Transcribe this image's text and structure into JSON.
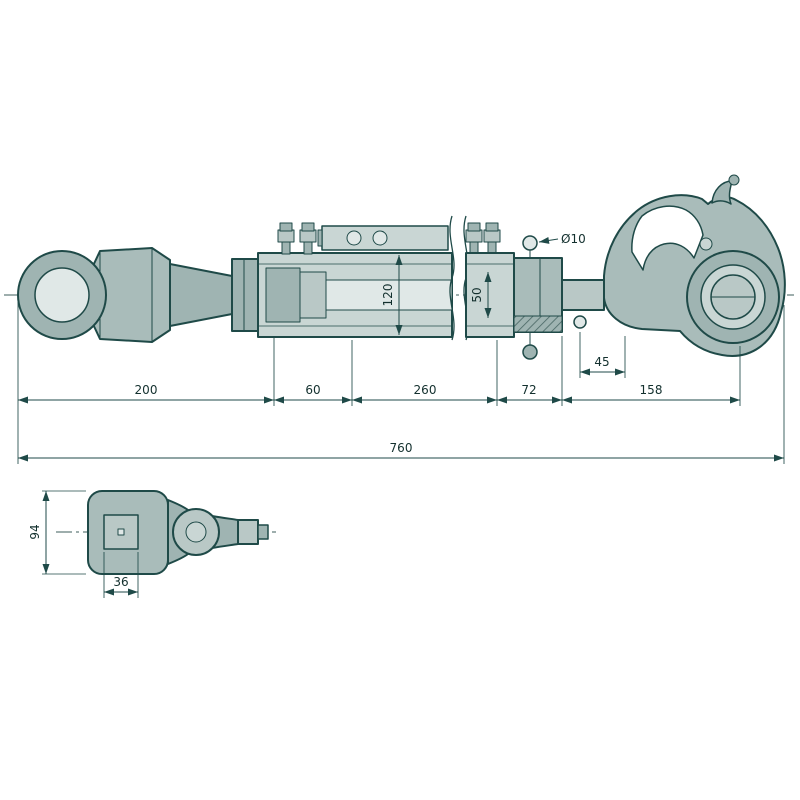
{
  "drawing": {
    "colors": {
      "outline": "#1f4a48",
      "fill_mid": "#9fb4b2",
      "fill_light": "#c9d6d4",
      "fill_lighter": "#e0e8e7",
      "centerline": "#3e5d5b",
      "dimension_text": "#13302e",
      "background": "#ffffff"
    },
    "dimensions": {
      "seg_200": "200",
      "seg_60": "60",
      "seg_260": "260",
      "seg_72": "72",
      "seg_158": "158",
      "total": "760",
      "hook_offset": "45",
      "pin_diameter": "Ø10",
      "body_diameter": "120",
      "rod_diameter": "50",
      "end_height": "94",
      "hole_width": "36"
    }
  }
}
